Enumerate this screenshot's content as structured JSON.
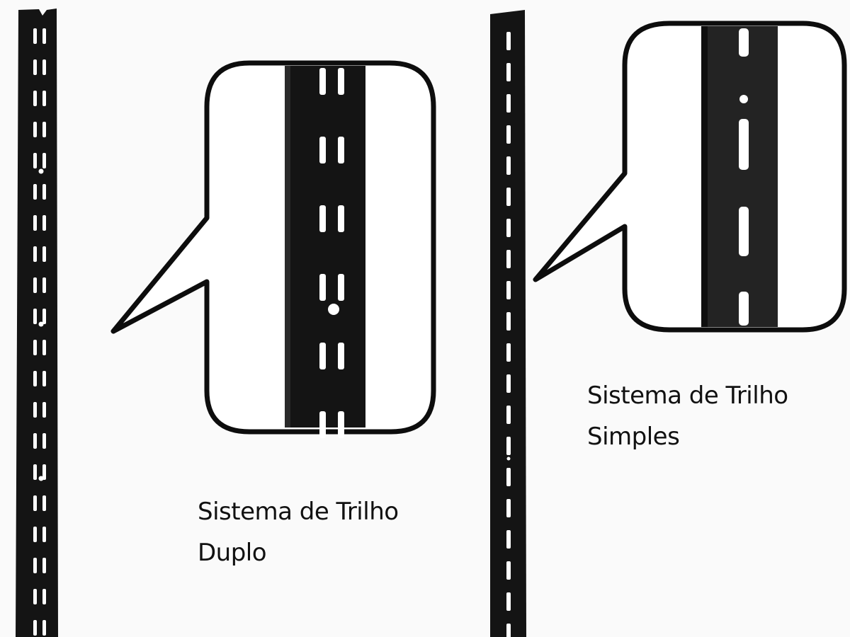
{
  "captions": {
    "double": {
      "line1": "Sistema de Trilho",
      "line2": "Duplo"
    },
    "single": {
      "line1": "Sistema de Trilho",
      "line2": "Simples"
    }
  },
  "colors": {
    "rail": "#141414",
    "rail_inset": "#232323",
    "slot": "#ffffff",
    "callout_fill": "#ffffff",
    "callout_outline": "#0d0d0d",
    "background": "#fafafa",
    "text": "#111111"
  },
  "icons": {
    "double_rail": "double-slot-rail-icon",
    "single_rail": "single-slot-rail-icon",
    "magnifier_callout": "zoom-callout-bubble-icon"
  }
}
